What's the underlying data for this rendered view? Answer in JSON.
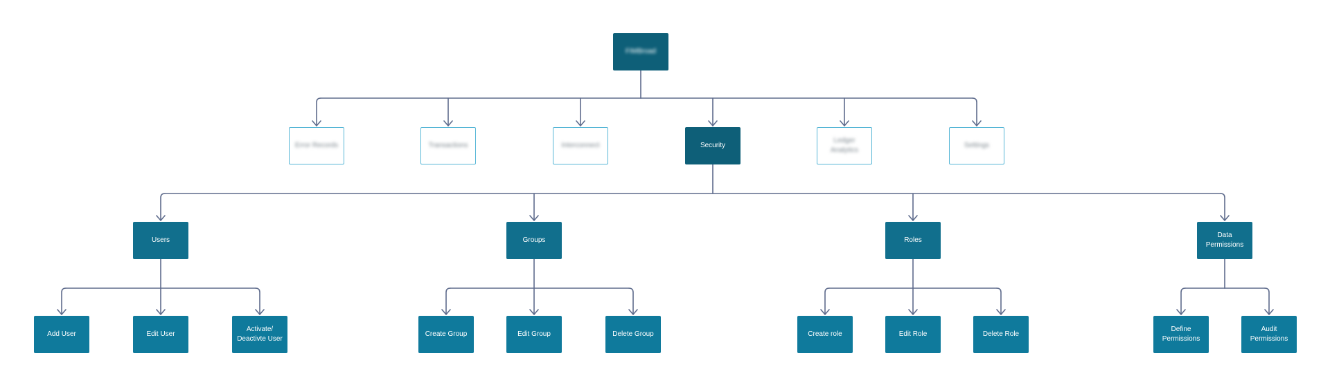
{
  "colors": {
    "connector": "#5e6b8c",
    "node_dark": "#0e5f78",
    "node_mid": "#116f8d",
    "node_leaf": "#0f7a9c",
    "outline_border": "#56b6d6"
  },
  "root": {
    "label": "FIMBroad",
    "blurred": true
  },
  "level1": [
    {
      "id": "error-records",
      "label": "Error Records",
      "blurred": true
    },
    {
      "id": "transactions",
      "label": "Transactions",
      "blurred": true
    },
    {
      "id": "interconnect",
      "label": "Interconnect",
      "blurred": true
    },
    {
      "id": "security",
      "label": "Security",
      "blurred": false
    },
    {
      "id": "ledger-analytics",
      "label": "Ledger\nAnalytics",
      "blurred": true
    },
    {
      "id": "settings",
      "label": "Settings",
      "blurred": true
    }
  ],
  "level2": [
    {
      "id": "users",
      "label": "Users"
    },
    {
      "id": "groups",
      "label": "Groups"
    },
    {
      "id": "roles",
      "label": "Roles"
    },
    {
      "id": "data-permissions",
      "label": "Data\nPermissions"
    }
  ],
  "level3": {
    "users": [
      {
        "id": "add-user",
        "label": "Add User"
      },
      {
        "id": "edit-user",
        "label": "Edit User"
      },
      {
        "id": "activate-deactivate-user",
        "label": "Activate/\nDeactivte User"
      }
    ],
    "groups": [
      {
        "id": "create-group",
        "label": "Create Group"
      },
      {
        "id": "edit-group",
        "label": "Edit Group"
      },
      {
        "id": "delete-group",
        "label": "Delete Group"
      }
    ],
    "roles": [
      {
        "id": "create-role",
        "label": "Create role"
      },
      {
        "id": "edit-role",
        "label": "Edit Role"
      },
      {
        "id": "delete-role",
        "label": "Delete Role"
      }
    ],
    "data-permissions": [
      {
        "id": "define-permissions",
        "label": "Define\nPermissions"
      },
      {
        "id": "audit-permissions",
        "label": "Audit\nPermissions"
      }
    ]
  }
}
